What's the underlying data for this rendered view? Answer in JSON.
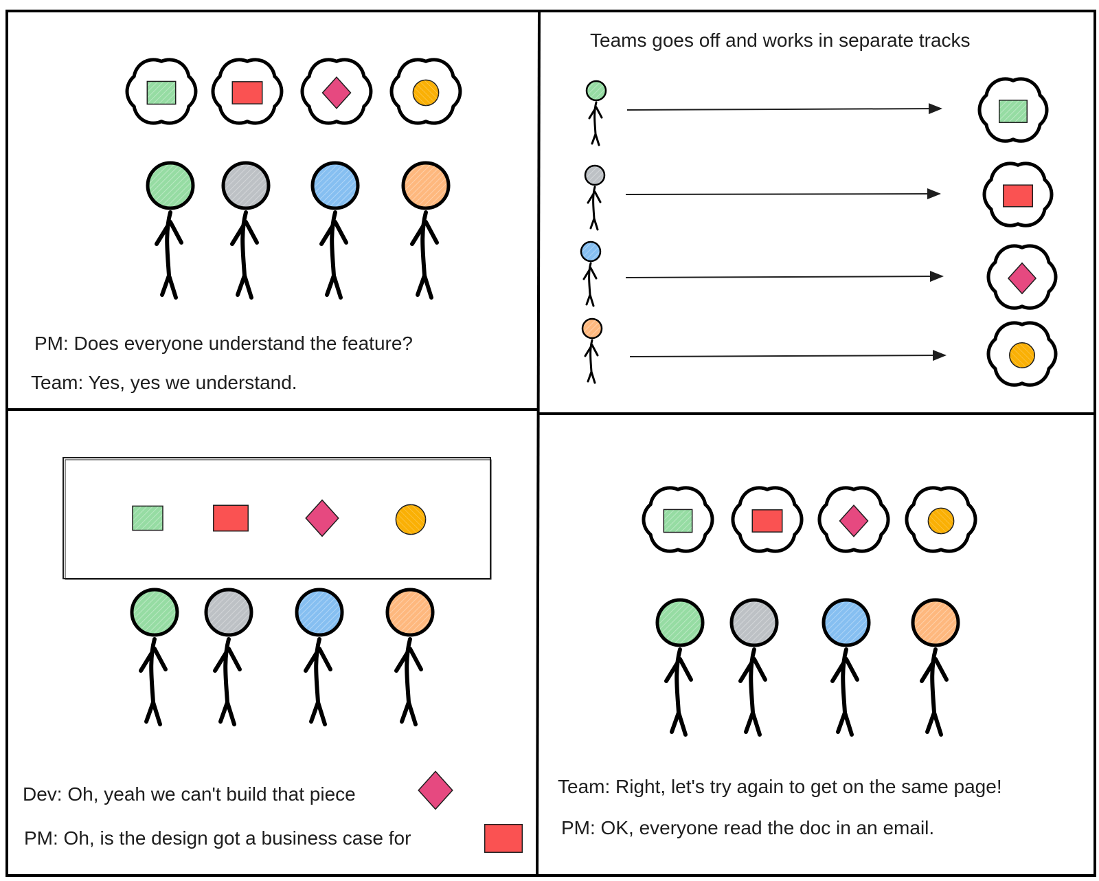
{
  "colors": {
    "green": "#40c057",
    "gray": "#868e96",
    "blue": "#228be6",
    "orange": "#fd7e14",
    "red": "#fa5252",
    "pink": "#e64980",
    "yellow": "#fab005",
    "ink": "#000000"
  },
  "panels": {
    "p1": {
      "line1": "PM: Does everyone understand the feature?",
      "line2": "Team: Yes, yes we understand."
    },
    "p2": {
      "title": "Teams goes off and works in separate tracks"
    },
    "p3": {
      "line1": "Dev: Oh, yeah we can't build that piece",
      "line2": "PM: Oh, is the design got a business case for"
    },
    "p4": {
      "line1": "Team: Right, let's try again to get on the same page!",
      "line2": "PM: OK, everyone read the doc in an email."
    }
  },
  "team_members": [
    "green",
    "gray",
    "blue",
    "orange"
  ],
  "ideas": [
    "green-square",
    "red-rect",
    "pink-diamond",
    "yellow-circle"
  ]
}
